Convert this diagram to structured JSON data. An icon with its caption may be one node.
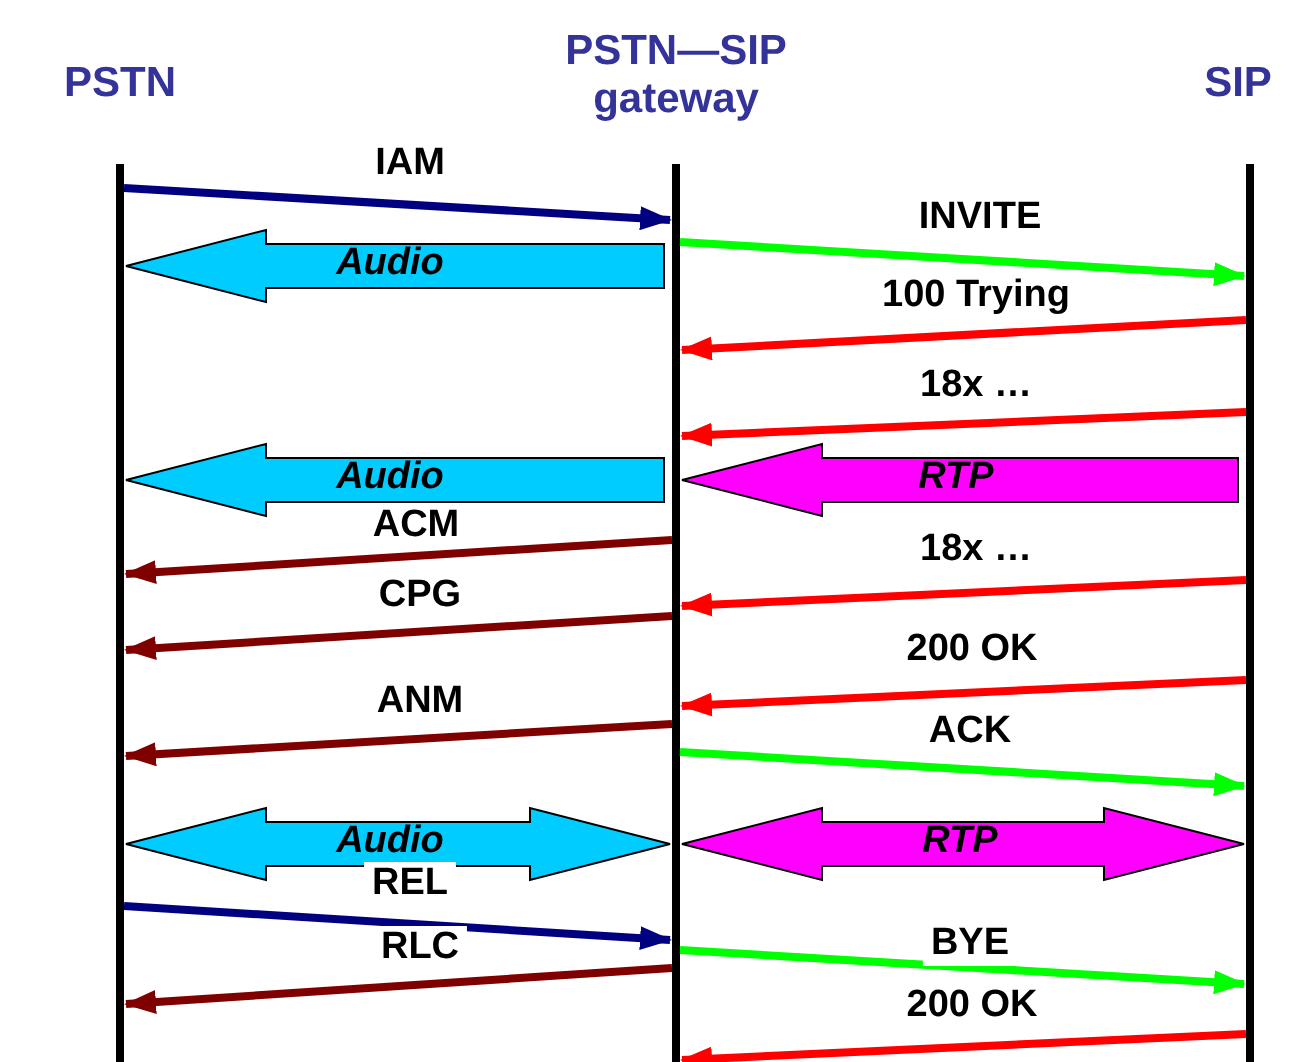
{
  "diagram": {
    "nodes": [
      {
        "text": [
          "PSTN"
        ]
      },
      {
        "text": [
          "PSTN—SIP gateway"
        ]
      },
      {
        "text": [
          "SIP"
        ]
      }
    ],
    "edges": [
      {
        "from": 0,
        "to": 1,
        "arrow": "to",
        "label": "IAM",
        "color": "#000080"
      },
      {
        "from": 1,
        "to": 0,
        "arrow": "to",
        "label": "Audio",
        "style": "thick",
        "color": "#00ccff"
      },
      {
        "from": 1,
        "to": 2,
        "arrow": "to",
        "label": "INVITE",
        "color": "#00ff00"
      },
      {
        "from": 2,
        "to": 1,
        "arrow": "to",
        "label": "100 Trying",
        "color": "#ff0000"
      },
      {
        "from": 2,
        "to": 1,
        "arrow": "to",
        "label": "18x …",
        "color": "#ff0000"
      },
      {
        "from": 1,
        "to": 0,
        "arrow": "to",
        "label": "Audio",
        "style": "thick",
        "color": "#00ccff"
      },
      {
        "from": 2,
        "to": 1,
        "arrow": "to",
        "label": "RTP",
        "style": "thick",
        "color": "#ff00ff"
      },
      {
        "from": 1,
        "to": 0,
        "arrow": "to",
        "label": "ACM",
        "color": "#800000"
      },
      {
        "from": 2,
        "to": 1,
        "arrow": "to",
        "label": "18x …",
        "color": "#ff0000"
      },
      {
        "from": 1,
        "to": 0,
        "arrow": "to",
        "label": "CPG",
        "color": "#800000"
      },
      {
        "from": 2,
        "to": 1,
        "arrow": "to",
        "label": "200 OK",
        "color": "#ff0000"
      },
      {
        "from": 1,
        "to": 0,
        "arrow": "to",
        "label": "ANM",
        "color": "#800000"
      },
      {
        "from": 1,
        "to": 2,
        "arrow": "to",
        "label": "ACK",
        "color": "#00ff00"
      },
      {
        "from": 0,
        "to": 1,
        "arrow": "both",
        "label": "Audio",
        "style": "thick",
        "color": "#00ccff"
      },
      {
        "from": 1,
        "to": 2,
        "arrow": "both",
        "label": "RTP",
        "style": "thick",
        "color": "#ff00ff"
      },
      {
        "from": 0,
        "to": 1,
        "arrow": "to",
        "label": "REL",
        "color": "#000080"
      },
      {
        "from": 1,
        "to": 2,
        "arrow": "to",
        "label": "BYE",
        "color": "#00ff00"
      },
      {
        "from": 1,
        "to": 0,
        "arrow": "to",
        "label": "RLC",
        "color": "#800000"
      },
      {
        "from": 2,
        "to": 1,
        "arrow": "to",
        "label": "200 OK",
        "color": "#ff0000"
      }
    ]
  }
}
